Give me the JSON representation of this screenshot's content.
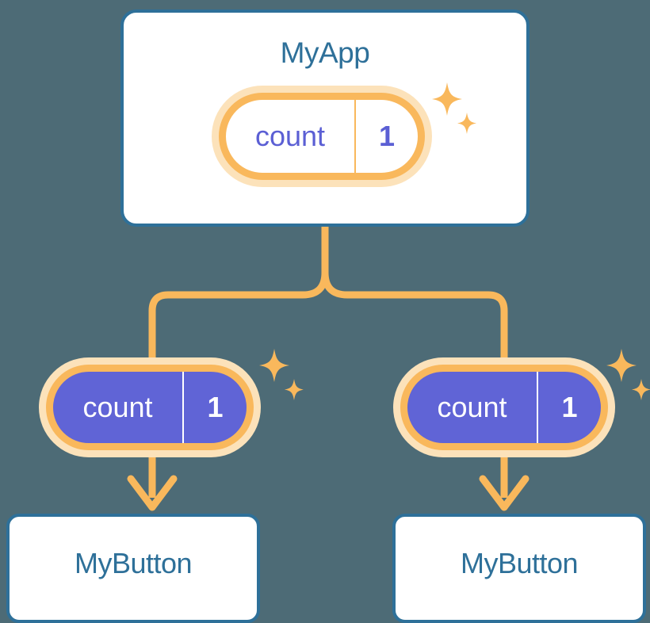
{
  "theme": {
    "background": "#4d6b76",
    "card_border": "#2e7099",
    "card_fill": "#ffffff",
    "title_text": "#2e7099",
    "pill_ring_solid": "#f9b85c",
    "pill_ring_glow": "#fce2ba",
    "pill_filled_bg": "#6064d6",
    "pill_light_text": "#5b5fd4",
    "pill_filled_text": "#ffffff",
    "wire": "#f9b85c"
  },
  "diagram": {
    "type": "component-state-propagation-tree",
    "root": {
      "title": "MyApp",
      "state": {
        "name": "count",
        "value": "1"
      }
    },
    "children": [
      {
        "state": {
          "name": "count",
          "value": "1"
        },
        "title": "MyButton"
      },
      {
        "state": {
          "name": "count",
          "value": "1"
        },
        "title": "MyButton"
      }
    ]
  },
  "nodes": {
    "myapp": {
      "title": "MyApp",
      "pill": {
        "name": "count",
        "value": "1"
      }
    },
    "left": {
      "pill": {
        "name": "count",
        "value": "1"
      },
      "title": "MyButton"
    },
    "right": {
      "pill": {
        "name": "count",
        "value": "1"
      },
      "title": "MyButton"
    }
  },
  "icons": {
    "sparkle_large": "sparkle-icon",
    "sparkle_small": "sparkle-small-icon",
    "arrow_down": "arrow-down-icon"
  }
}
